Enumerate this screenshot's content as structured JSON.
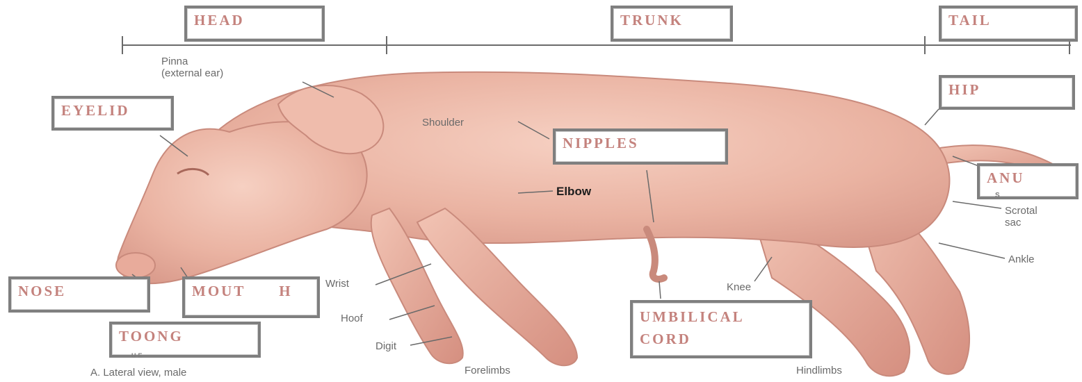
{
  "regions": {
    "head": "HEAD",
    "trunk": "TRUNK",
    "tail": "TAIL"
  },
  "boxed_labels": {
    "eyelid": "EYELID",
    "hip": "HIP",
    "nipples": "NIPPLES",
    "anus": "ANU",
    "anus_suffix": "s",
    "nose": "NOSE",
    "mouth": "MOUT H",
    "tongue": "TOONG",
    "tongue_suffix": "ue",
    "umbilical_cord": "UMBILICAL CORD"
  },
  "anatomy_labels": {
    "pinna": "Pinna\n(external ear)",
    "shoulder": "Shoulder",
    "elbow": "Elbow",
    "scrotal_sac": "Scrotal\nsac",
    "ankle": "Ankle",
    "wrist": "Wrist",
    "hoof": "Hoof",
    "digit": "Digit",
    "knee": "Knee",
    "forelimbs": "Forelimbs",
    "hindlimbs": "Hindlimbs"
  },
  "caption": "A. Lateral view, male",
  "colors": {
    "skin": "#f0c0b0",
    "skin_shadow": "#d99a8b",
    "box_text": "#c4827d",
    "box_border": "#7f7f7f"
  }
}
